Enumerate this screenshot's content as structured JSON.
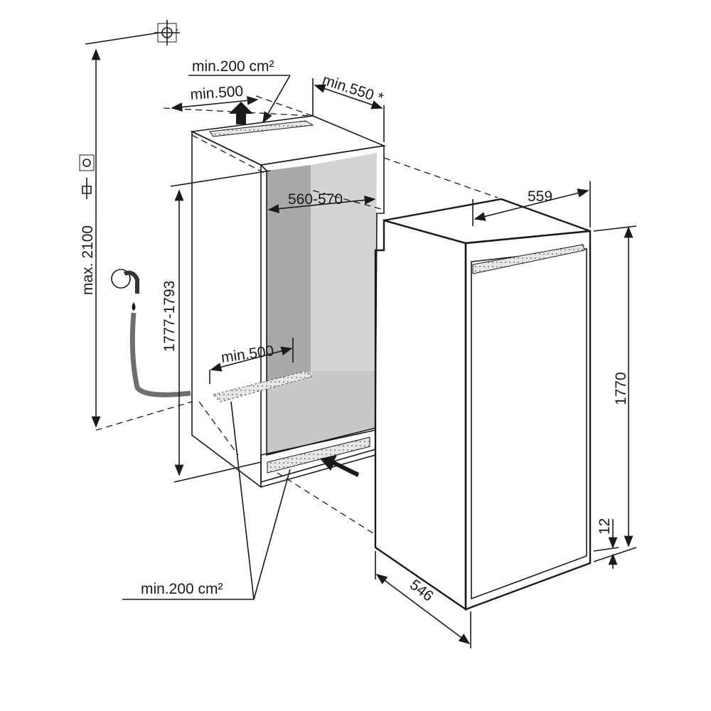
{
  "diagram": {
    "title": "Built-in fridge installation dimensions",
    "labels": {
      "top_vent_area": "min.200 cm²",
      "top_vent_depth": "min.500",
      "niche_depth": "min.550 *",
      "niche_width": "560-570",
      "appliance_width": "559",
      "max_height": "max. 2100",
      "niche_height": "1777-1793",
      "bottom_vent_depth": "min.500",
      "appliance_height": "1770",
      "plinth_gap": "12",
      "appliance_depth": "546",
      "bottom_vent_area": "min.200 cm²"
    },
    "colors": {
      "line": "#1a1a1a",
      "interior_light": "#d4d4d4",
      "interior_dark": "#a8a8a8",
      "hose": "#6e6e6e"
    }
  }
}
